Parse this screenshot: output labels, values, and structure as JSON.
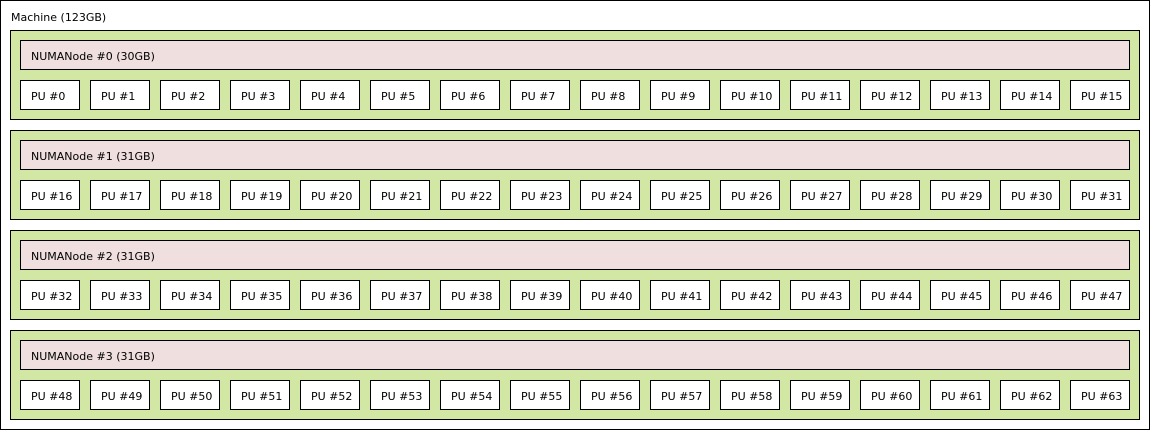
{
  "machine": {
    "label": "Machine (123GB)"
  },
  "colors": {
    "machine_bg": "#ffffff",
    "package_bg": "#d2e7a4",
    "numa_bg": "#efdfde",
    "pu_bg": "#ffffff",
    "border": "#000000"
  },
  "packages": [
    {
      "numa_label": "NUMANode #0 (30GB)",
      "pus": [
        "PU #0",
        "PU #1",
        "PU #2",
        "PU #3",
        "PU #4",
        "PU #5",
        "PU #6",
        "PU #7",
        "PU #8",
        "PU #9",
        "PU #10",
        "PU #11",
        "PU #12",
        "PU #13",
        "PU #14",
        "PU #15"
      ]
    },
    {
      "numa_label": "NUMANode #1 (31GB)",
      "pus": [
        "PU #16",
        "PU #17",
        "PU #18",
        "PU #19",
        "PU #20",
        "PU #21",
        "PU #22",
        "PU #23",
        "PU #24",
        "PU #25",
        "PU #26",
        "PU #27",
        "PU #28",
        "PU #29",
        "PU #30",
        "PU #31"
      ]
    },
    {
      "numa_label": "NUMANode #2 (31GB)",
      "pus": [
        "PU #32",
        "PU #33",
        "PU #34",
        "PU #35",
        "PU #36",
        "PU #37",
        "PU #38",
        "PU #39",
        "PU #40",
        "PU #41",
        "PU #42",
        "PU #43",
        "PU #44",
        "PU #45",
        "PU #46",
        "PU #47"
      ]
    },
    {
      "numa_label": "NUMANode #3 (31GB)",
      "pus": [
        "PU #48",
        "PU #49",
        "PU #50",
        "PU #51",
        "PU #52",
        "PU #53",
        "PU #54",
        "PU #55",
        "PU #56",
        "PU #57",
        "PU #58",
        "PU #59",
        "PU #60",
        "PU #61",
        "PU #62",
        "PU #63"
      ]
    }
  ]
}
